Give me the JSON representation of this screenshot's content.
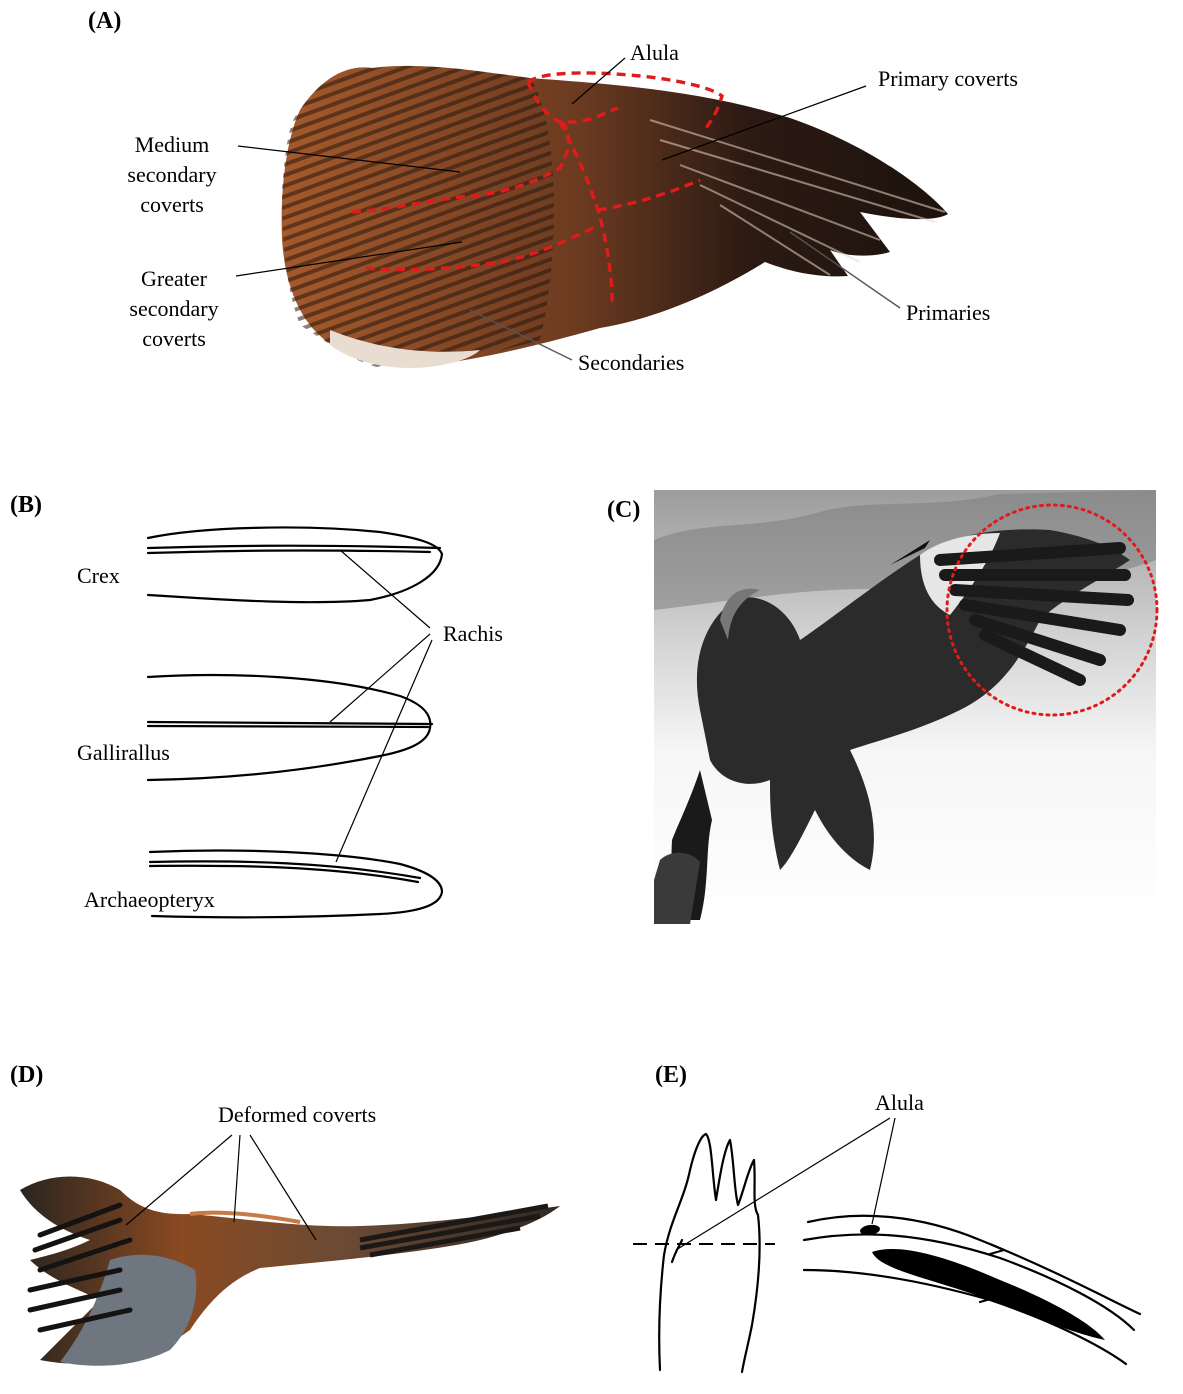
{
  "panels": {
    "A": {
      "letter": "(A)",
      "labels": {
        "medium_secondary_coverts": [
          "Medium",
          "secondary",
          "coverts"
        ],
        "greater_secondary_coverts": [
          "Greater",
          "secondary",
          "coverts"
        ],
        "alula": "Alula",
        "primary_coverts": "Primary coverts",
        "primaries": "Primaries",
        "secondaries": "Secondaries"
      }
    },
    "B": {
      "letter": "(B)",
      "labels": {
        "crex": "Crex",
        "gallirallus": "Gallirallus",
        "archaeopteryx": "Archaeopteryx",
        "rachis": "Rachis"
      }
    },
    "C": {
      "letter": "(C)"
    },
    "D": {
      "letter": "(D)",
      "labels": {
        "deformed_coverts": "Deformed coverts"
      }
    },
    "E": {
      "letter": "(E)",
      "labels": {
        "alula": "Alula"
      }
    }
  },
  "colors": {
    "highlight_red": "#e01b1b",
    "plumage_brown": "#8a4a22",
    "feather_dark": "#2a1a12"
  }
}
